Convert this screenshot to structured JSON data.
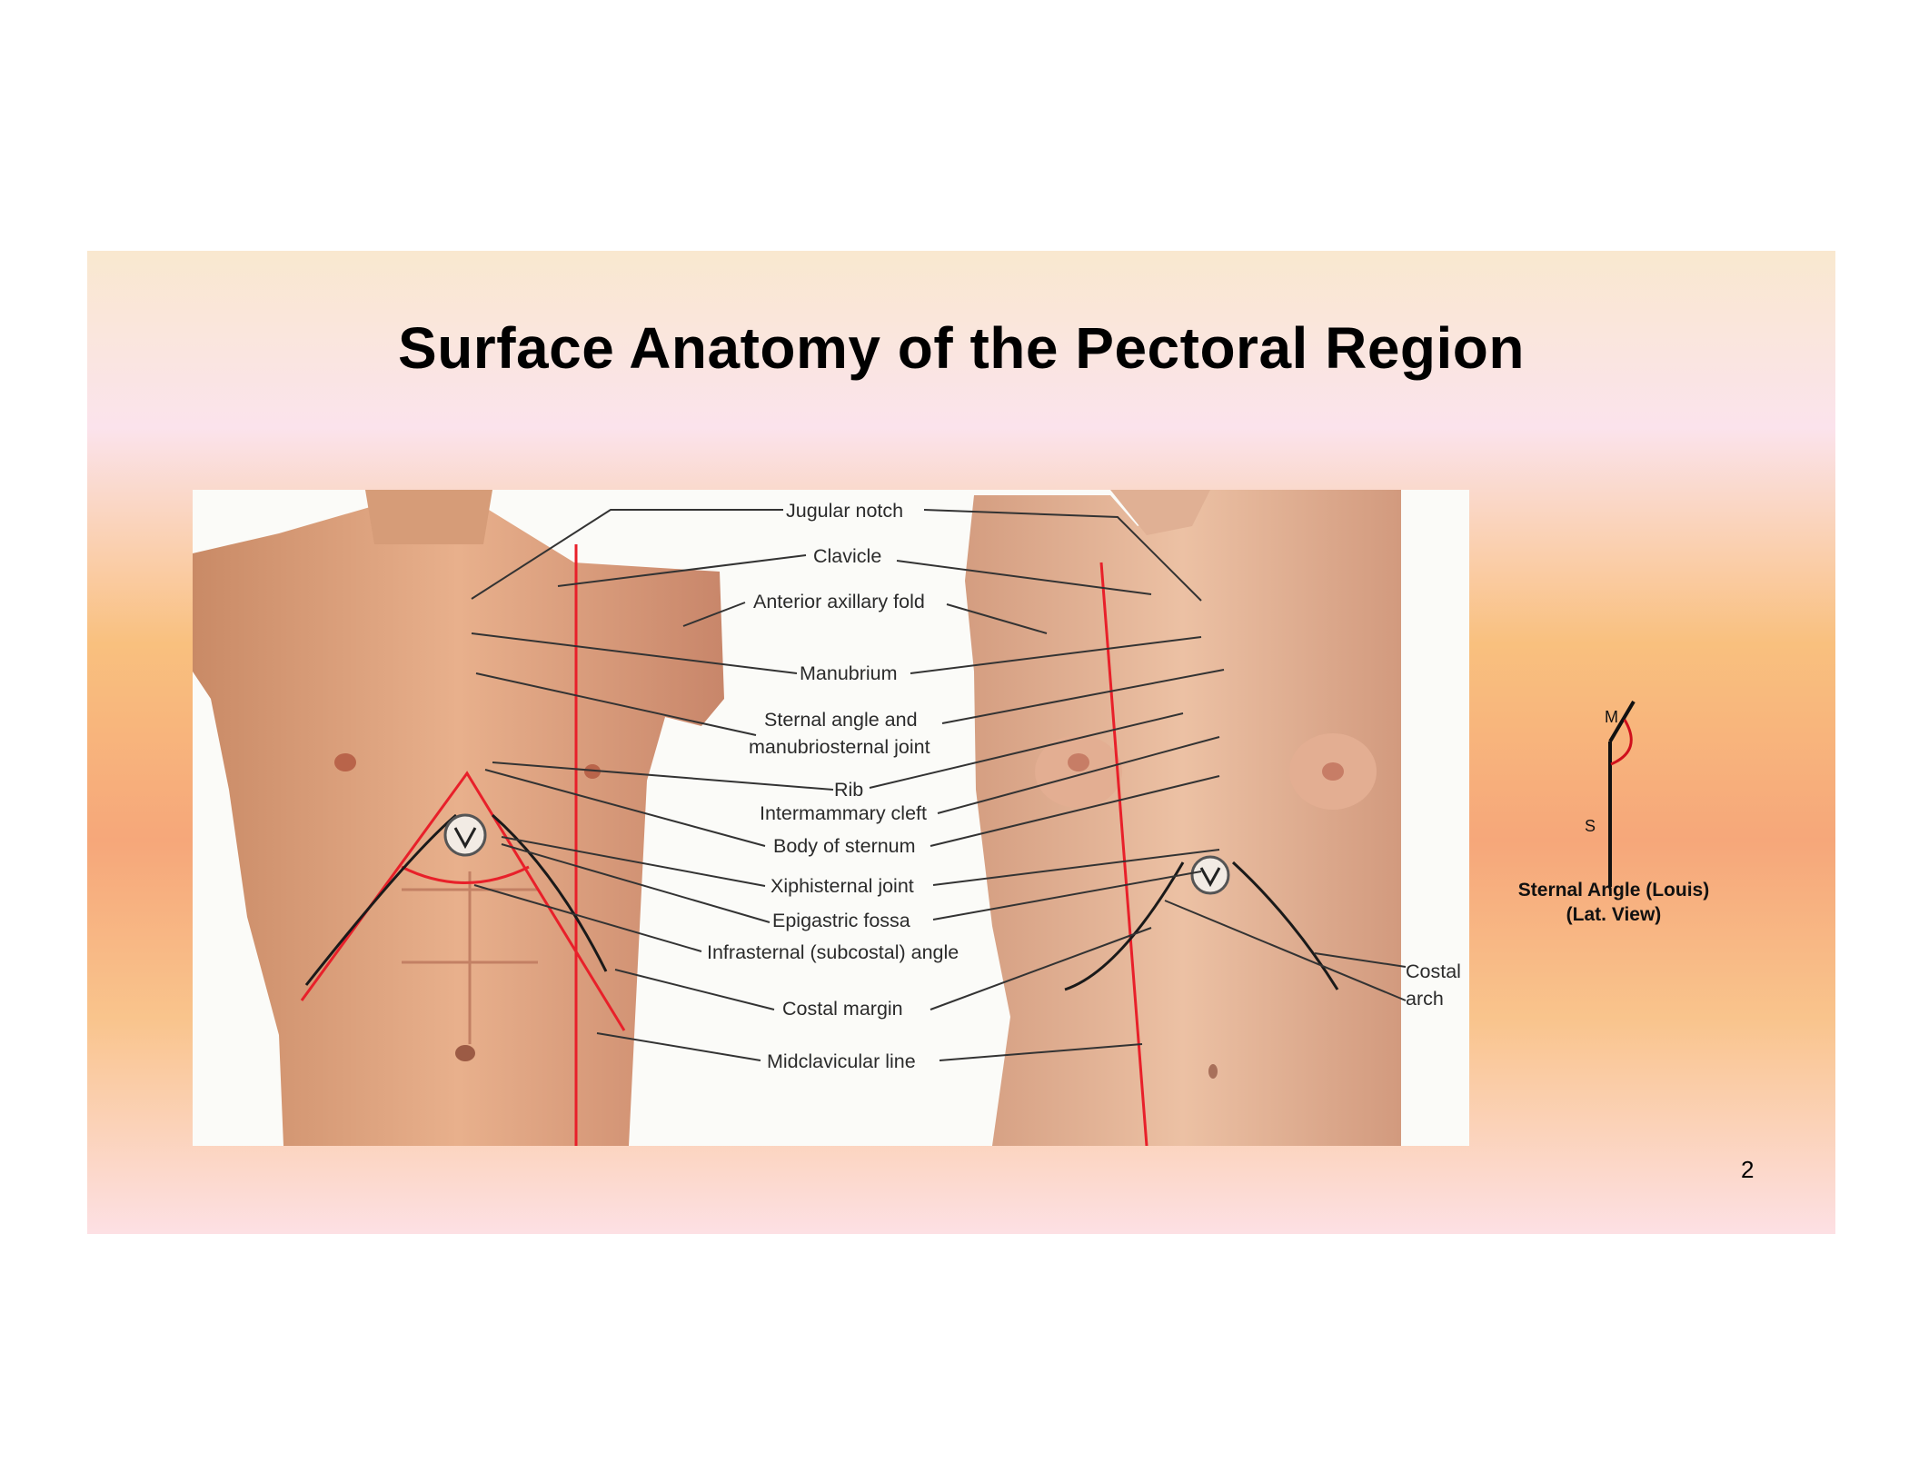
{
  "slide": {
    "title": "Surface Anatomy of the Pectoral Region",
    "page_number": "2"
  },
  "figure": {
    "labels": {
      "jugular_notch": "Jugular notch",
      "clavicle": "Clavicle",
      "anterior_axillary_fold": "Anterior axillary fold",
      "manubrium": "Manubrium",
      "sternal_angle_1": "Sternal angle and",
      "sternal_angle_2": "manubriosternal joint",
      "rib": "Rib",
      "intermammary_cleft": "Intermammary cleft",
      "body_of_sternum": "Body of sternum",
      "xiphisternal_joint": "Xiphisternal joint",
      "epigastric_fossa": "Epigastric fossa",
      "infrasternal_angle": "Infrasternal (subcostal) angle",
      "costal_margin": "Costal margin",
      "midclavicular_line": "Midclavicular line",
      "costal_1": "Costal",
      "costal_2": "arch"
    }
  },
  "inset": {
    "label_m": "M",
    "label_s": "S",
    "caption_line1": "Sternal Angle (Louis)",
    "caption_line2": "(Lat. View)"
  },
  "colors": {
    "accent_line": "#e8202a",
    "skin": "#e0a27c"
  }
}
